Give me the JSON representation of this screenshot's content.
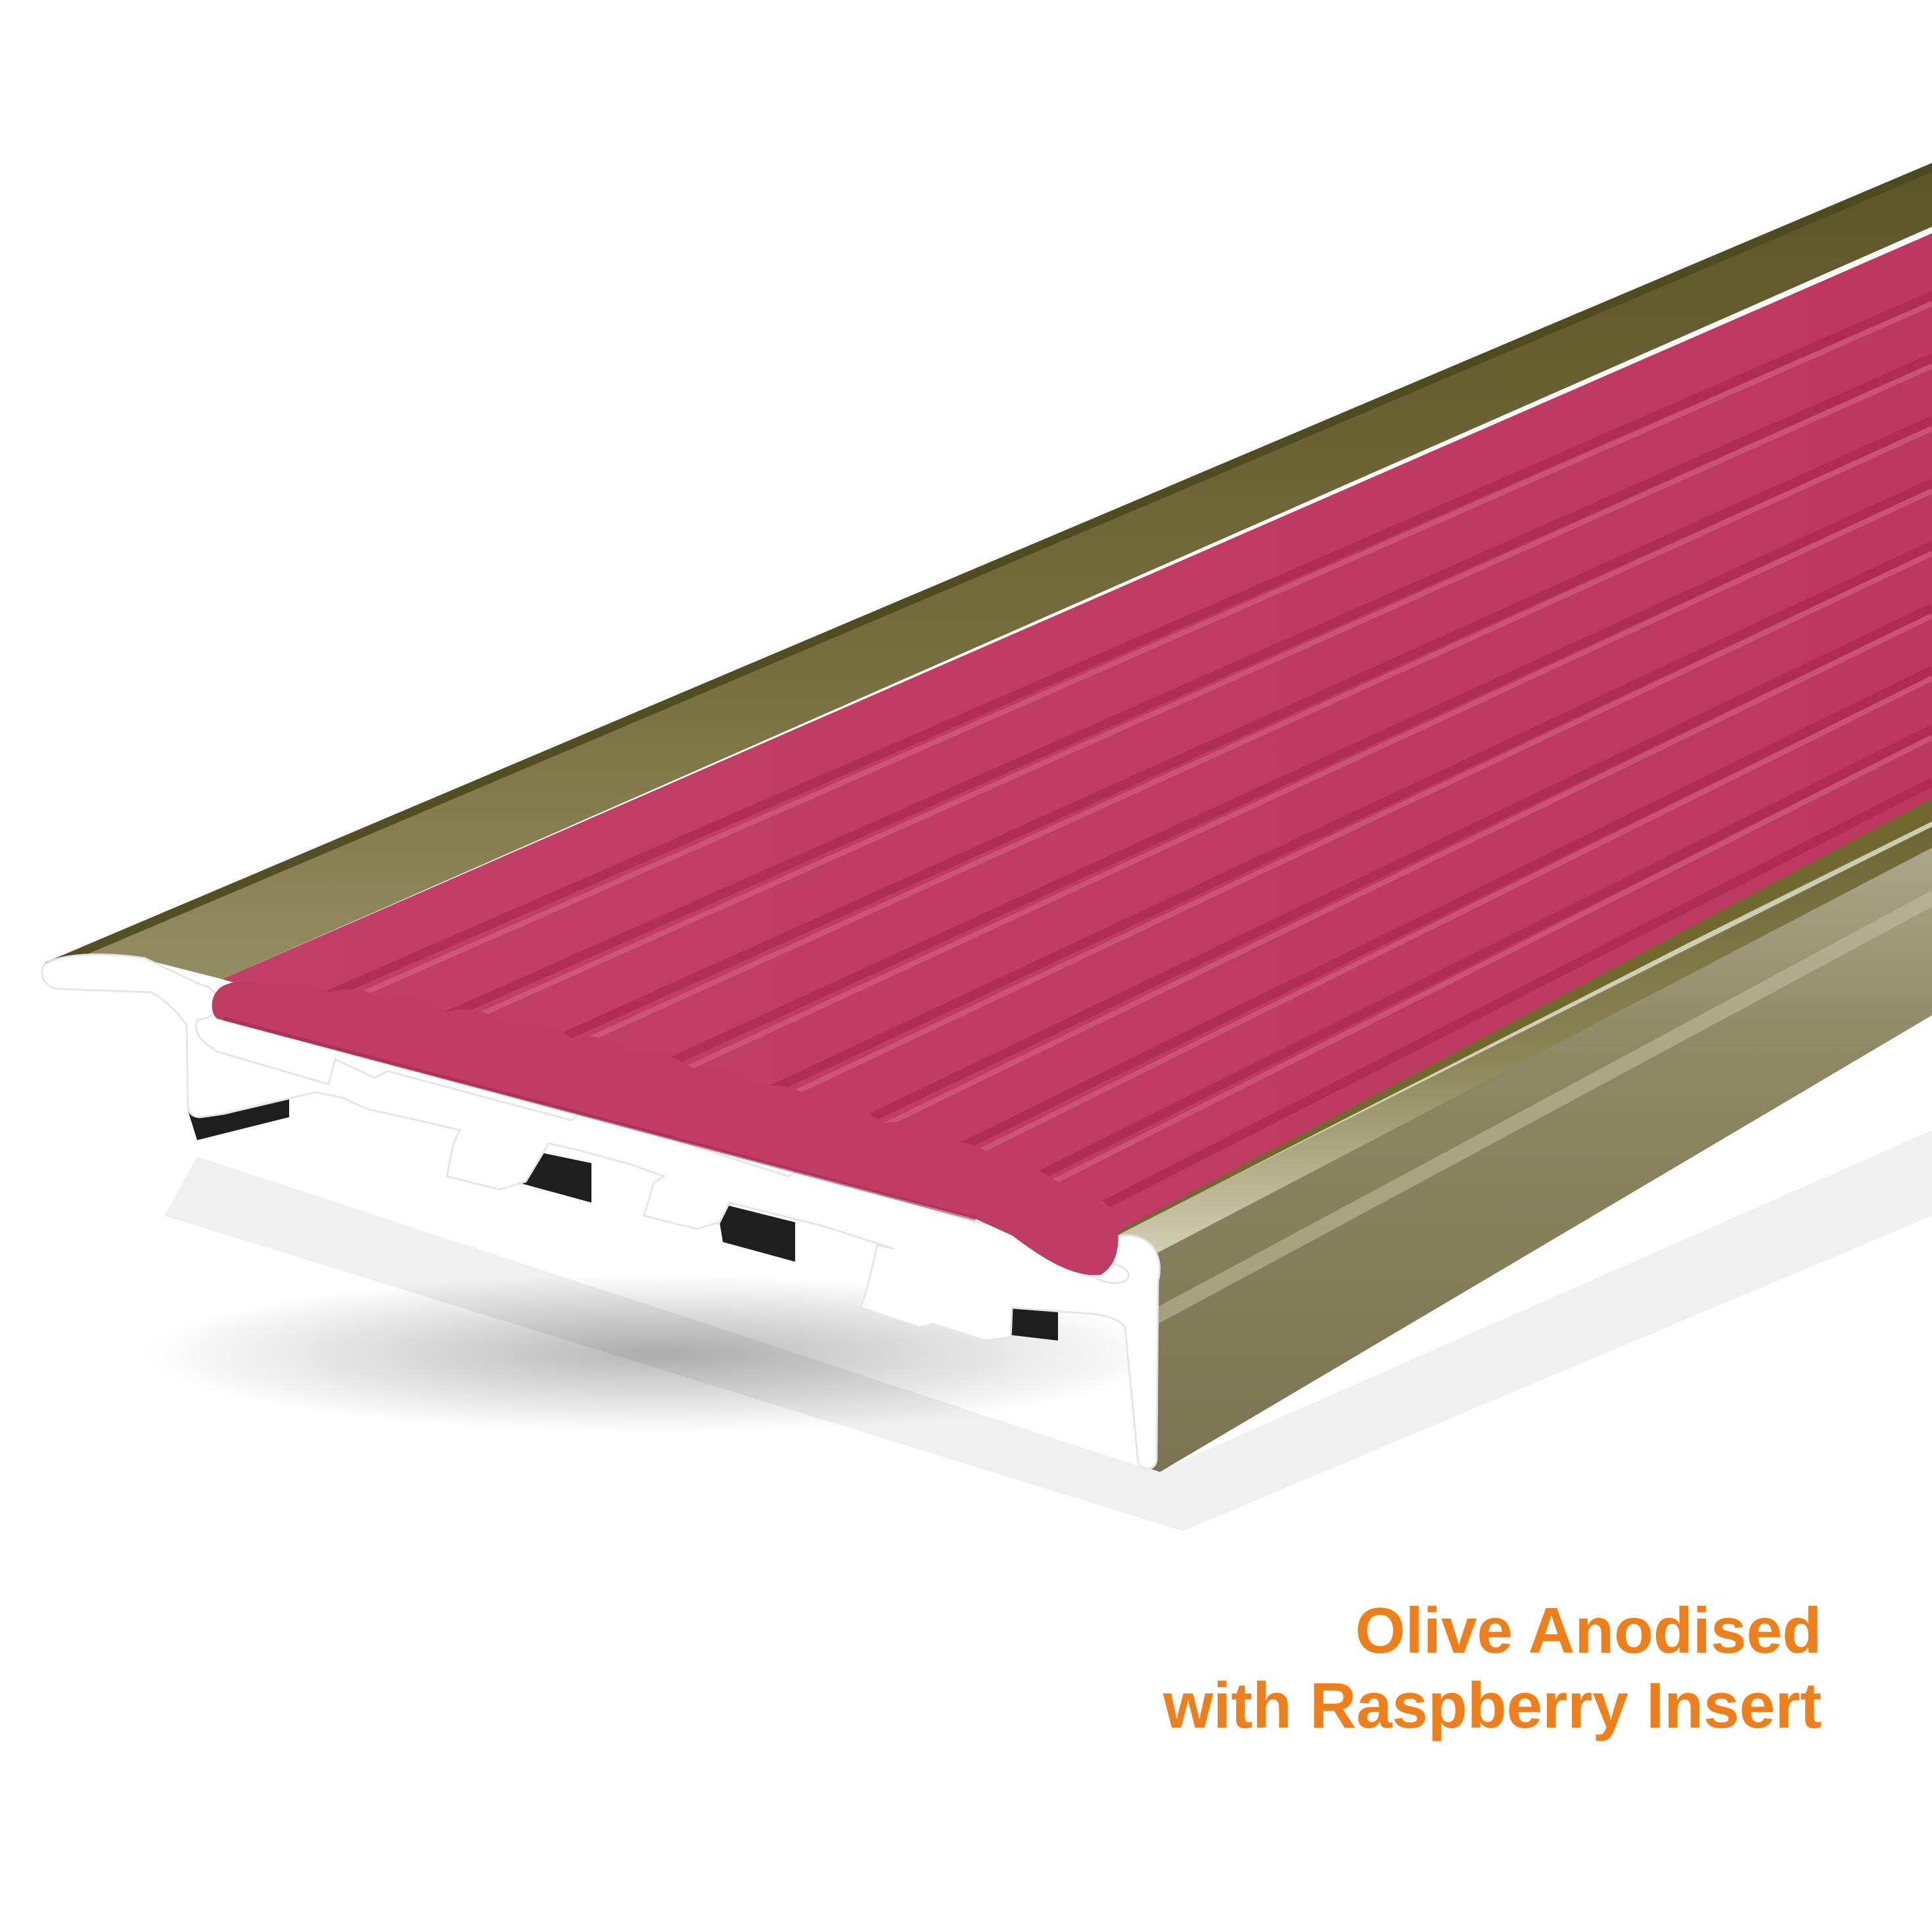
{
  "caption": {
    "line1": "Olive Anodised",
    "line2": "with Raspberry Insert"
  },
  "colors": {
    "caption": "#EE7F1A",
    "olive_top": "#6E6634",
    "olive_front": "#8A8461",
    "olive_highlight": "#C9C5A6",
    "raspberry": "#C03C64",
    "raspberry_shadow": "#A8284F",
    "raspberry_ridge": "#D65C80",
    "profile_face": "#FFFFFF",
    "void": "#1E1E1E"
  },
  "product": {
    "subject": "stair-nosing-profile",
    "insert_ribs": 9
  }
}
